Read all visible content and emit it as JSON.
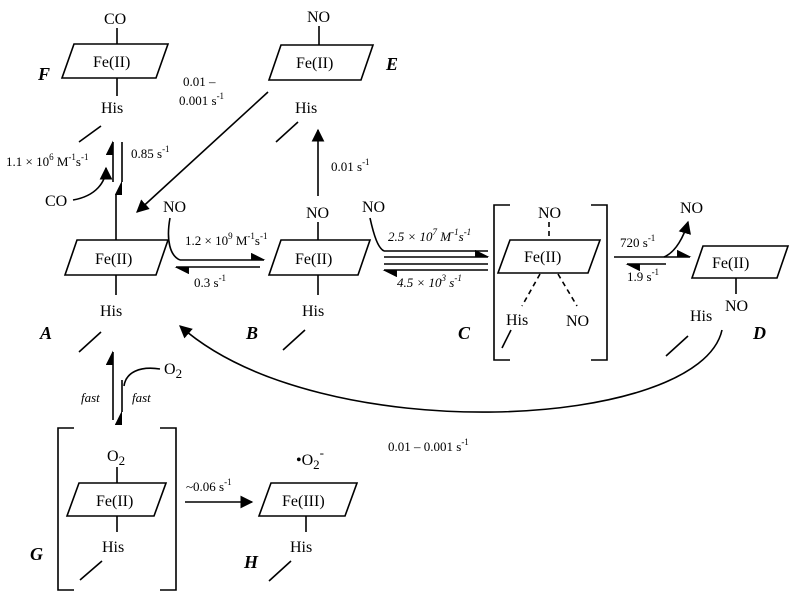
{
  "ligands": {
    "co": "CO",
    "no": "NO",
    "o2": "O",
    "o2_sub": "2",
    "his": "His",
    "fe2": "Fe(II)",
    "fe3": "Fe(III)",
    "superoxide_dot": "•O",
    "superoxide_sub": "2",
    "superoxide_sup": "-"
  },
  "species_labels": {
    "A": "A",
    "B": "B",
    "C": "C",
    "D": "D",
    "E": "E",
    "F": "F",
    "G": "G",
    "H": "H"
  },
  "rates": {
    "a_to_f": {
      "base": "1.1 × 10",
      "exp": "6",
      "unit1": " M",
      "unit1_exp": "-1",
      "unit2": "s",
      "unit2_exp": "-1"
    },
    "f_to_a": {
      "base": "0.85 s",
      "exp": "-1"
    },
    "e_to_a_line1": "0.01 –",
    "e_to_a_line2": {
      "base": "0.001 s",
      "exp": "-1"
    },
    "b_to_e": {
      "base": "0.01 s",
      "exp": "-1"
    },
    "a_to_b": {
      "base": "1.2 × 10",
      "exp": "9",
      "unit1": " M",
      "unit1_exp": "-1",
      "unit2": "s",
      "unit2_exp": "-1"
    },
    "b_to_a": {
      "base": "0.3 s",
      "exp": "-1"
    },
    "b_to_c": {
      "base": "2.5 × 10",
      "exp": "7",
      "unit1": " M",
      "unit1_exp": "-1",
      "unit2": "s",
      "unit2_exp": "-1"
    },
    "c_to_b": {
      "base": "4.5 × 10",
      "exp": "3",
      "unit1": " s",
      "unit1_exp": "-1"
    },
    "c_to_d": {
      "base": "720 s",
      "exp": "-1"
    },
    "d_to_c": {
      "base": "1.9 s",
      "exp": "-1"
    },
    "d_to_a": {
      "base": "0.01 – 0.001 s",
      "exp": "-1"
    },
    "a_g_forward": "fast",
    "a_g_reverse": "fast",
    "g_to_h": {
      "base": "~0.06 s",
      "exp": "-1"
    }
  }
}
